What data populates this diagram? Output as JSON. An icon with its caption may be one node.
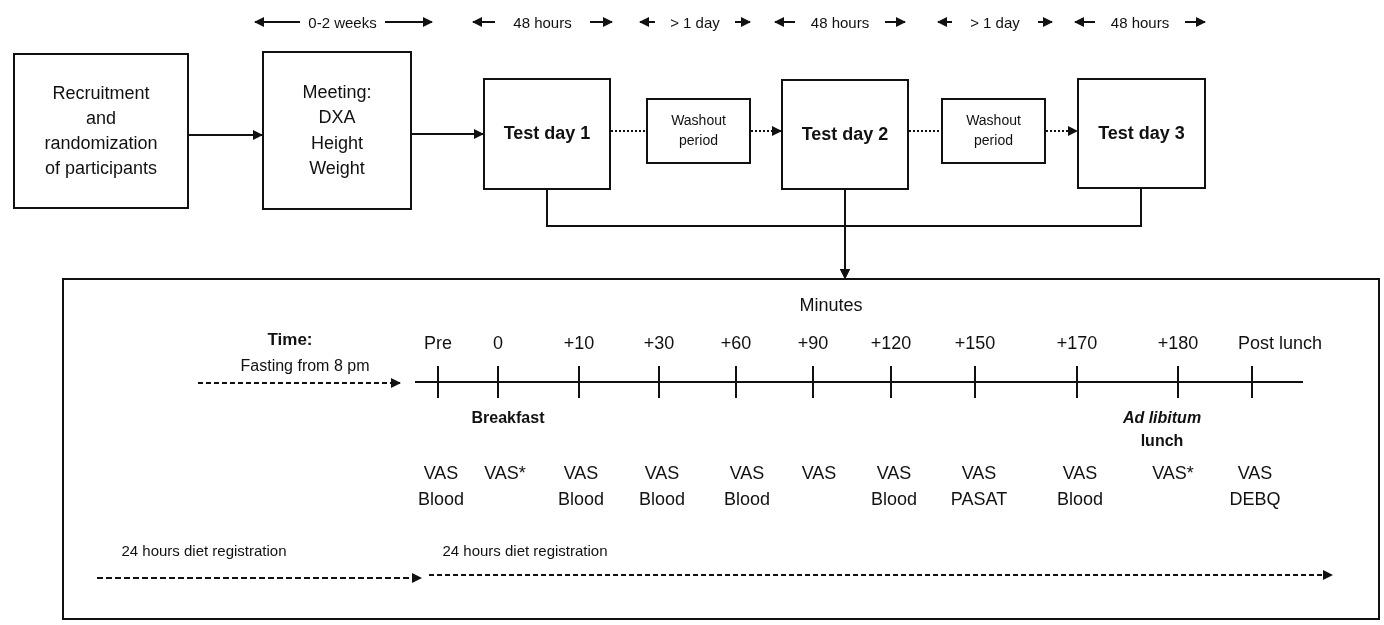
{
  "diagram": {
    "nodes": [
      {
        "text": [
          "Recruitment and randomization of participants"
        ]
      },
      {
        "text": [
          "Meeting:",
          "DXA Height Weight"
        ]
      },
      {
        "text": [
          "Test day 1"
        ]
      },
      {
        "text": [
          "Washout period"
        ]
      },
      {
        "text": [
          "Test day 2"
        ]
      },
      {
        "text": [
          "Washout period"
        ]
      },
      {
        "text": [
          "Test day 3"
        ]
      },
      {
        "text": [],
        "shape": "box"
      }
    ],
    "edges": [
      {
        "from": 0,
        "to": 1,
        "arrow": "to"
      },
      {
        "from": 1,
        "to": 2,
        "arrow": "to"
      },
      {
        "from": 2,
        "to": 3,
        "arrow": "none",
        "style": "dashed"
      },
      {
        "from": 3,
        "to": 4,
        "arrow": "to",
        "style": "dashed"
      },
      {
        "from": 4,
        "to": 5,
        "arrow": "none",
        "style": "dashed"
      },
      {
        "from": 5,
        "to": 6,
        "arrow": "to",
        "style": "dashed"
      },
      {
        "from": 2,
        "to": 7,
        "arrow": "to"
      },
      {
        "from": 4,
        "to": 7,
        "arrow": "to"
      },
      {
        "from": 6,
        "to": 7,
        "arrow": "to"
      }
    ],
    "labels": [
      "0-2 weeks",
      "48 hours",
      "> 1 day",
      "48 hours",
      "> 1 day",
      "48 hours",
      "Minutes",
      "Time:",
      "Pre",
      "0",
      "+10",
      "+30",
      "+60",
      "+90",
      "+120",
      "+150",
      "+170",
      "+180",
      "Post lunch",
      "Fasting from 8 pm",
      "Breakfast",
      "*Ad libitum* lunch",
      "VAS Blood",
      "VAS*",
      "VAS Blood",
      "VAS Blood",
      "VAS Blood",
      "VAS",
      "VAS Blood",
      "VAS PASAT",
      "VAS Blood",
      "VAS*",
      "VAS DEBQ",
      "24 hours diet registration",
      "24 hours diet registration"
    ]
  }
}
